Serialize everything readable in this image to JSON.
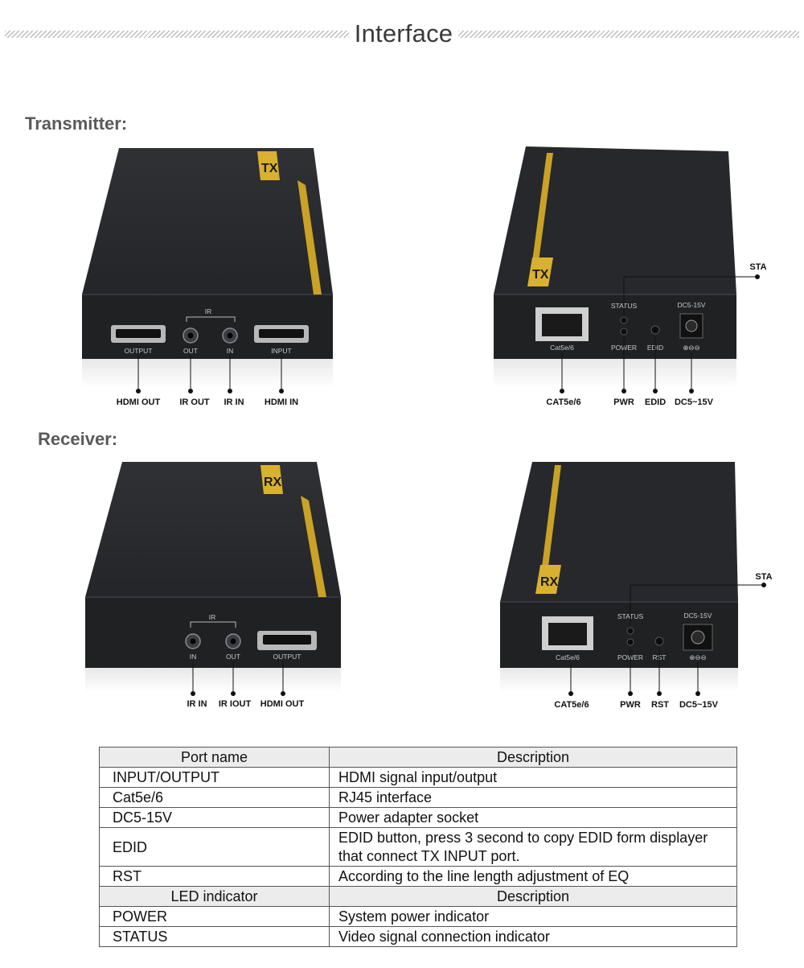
{
  "header": {
    "title": "Interface"
  },
  "transmitter": {
    "title": "Transmitter:",
    "front": {
      "port_labels": [
        "OUTPUT",
        "OUT",
        "IN",
        "INPUT"
      ],
      "ir_group": "IR",
      "callouts": [
        "HDMI OUT",
        "IR OUT",
        "IR IN",
        "HDMI IN"
      ],
      "badge": "TX"
    },
    "back": {
      "port_labels": {
        "lan": "Cat5e/6",
        "status": "STATUS",
        "power": "POWER",
        "edid": "EDID",
        "dc": "DC5-15V",
        "polarity": "⊕⊖⊖"
      },
      "callouts": {
        "sta": "STA",
        "cat": "CAT5e/6",
        "pwr": "PWR",
        "edid": "EDID",
        "dc": "DC5~15V"
      },
      "badge": "TX"
    }
  },
  "receiver": {
    "title": "Receiver:",
    "front": {
      "port_labels": [
        "IN",
        "OUT",
        "OUTPUT"
      ],
      "ir_group": "IR",
      "callouts": [
        "IR IN",
        "IR IOUT",
        "HDMI OUT"
      ],
      "badge": "RX"
    },
    "back": {
      "port_labels": {
        "lan": "Cat5e/6",
        "status": "STATUS",
        "power": "POWER",
        "rst": "RST",
        "dc": "DC5-15V",
        "polarity": "⊕⊖⊖"
      },
      "callouts": {
        "sta": "STA",
        "cat": "CAT5e/6",
        "pwr": "PWR",
        "rst": "RST",
        "dc": "DC5~15V"
      },
      "badge": "RX"
    }
  },
  "table": {
    "header1": [
      "Port name",
      "Description"
    ],
    "rows1": [
      [
        "INPUT/OUTPUT",
        "HDMI signal input/output"
      ],
      [
        "Cat5e/6",
        "RJ45 interface"
      ],
      [
        "DC5-15V",
        "Power adapter socket"
      ],
      [
        "EDID",
        "EDID button, press 3 second to copy EDID form displayer that connect TX INPUT port."
      ],
      [
        "RST",
        "According to the line length adjustment of EQ"
      ]
    ],
    "header2": [
      "LED indicator",
      "Description"
    ],
    "rows2": [
      [
        "POWER",
        "System power indicator"
      ],
      [
        "STATUS",
        "Video signal connection indicator"
      ]
    ]
  }
}
